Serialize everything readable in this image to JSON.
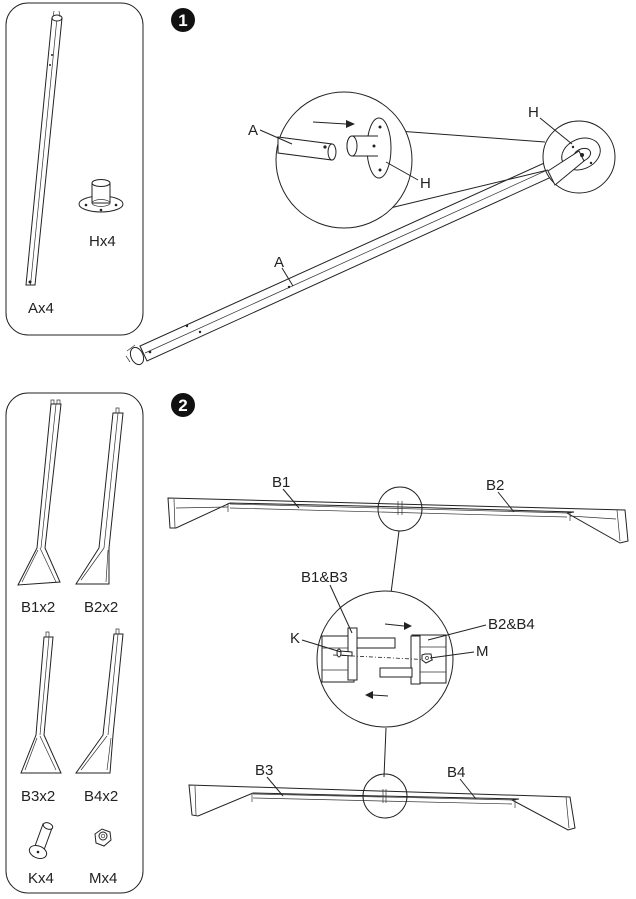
{
  "parts_box_1": {
    "rod_label": "Ax4",
    "hub_label": "Hx4"
  },
  "step1": {
    "number": "1",
    "label_a_main": "A",
    "label_a_detail": "A",
    "label_h_main": "H",
    "label_h_detail": "H"
  },
  "parts_box_2": {
    "b1_label": "B1x2",
    "b2_label": "B2x2",
    "b3_label": "B3x2",
    "b4_label": "B4x2",
    "k_label": "Kx4",
    "m_label": "Mx4"
  },
  "step2": {
    "number": "2",
    "label_b1": "B1",
    "label_b2": "B2",
    "label_b1b3": "B1&B3",
    "label_b2b4": "B2&B4",
    "label_k": "K",
    "label_m": "M",
    "label_b3": "B3",
    "label_b4": "B4"
  }
}
